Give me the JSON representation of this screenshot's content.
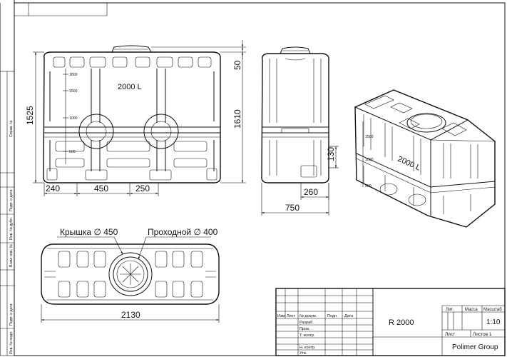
{
  "dimensions": {
    "height_total": "1525",
    "lid_height": "50",
    "body_height": "1610",
    "bottom_130": "130",
    "side_260": "260",
    "depth_750": "750",
    "left_240": "240",
    "mid_450": "450",
    "mid_250": "250",
    "length_2130": "2130"
  },
  "level_marks": [
    "1800",
    "1500",
    "1000",
    "500"
  ],
  "iso_level_marks": [
    "1500",
    "1000",
    "500"
  ],
  "volume_label": "2000 L",
  "callouts": {
    "lid": "Крышка ∅ 450",
    "manhole": "Проходной ∅ 400"
  },
  "side_stamp": {
    "sprav": "Справ. №",
    "podp_date_1": "Подп. и дата",
    "inv_dubl": "Инв. № дубл.",
    "vzam_inv": "Взам. инв. №",
    "podp_date_2": "Подп. и дата",
    "inv_podl": "Инв. № подл."
  },
  "title_block": {
    "col_izm": "Изм.",
    "col_list": "Лист",
    "col_doc": "№ докум.",
    "col_podp": "Подп.",
    "col_date": "Дата",
    "razrab": "Разраб.",
    "prov": "Пров.",
    "tkontr": "Т. контр.",
    "nkontr": "Н. контр.",
    "utv": "Утв.",
    "designation": "R 2000",
    "lit": "Лит.",
    "massa": "Масса",
    "masshtab": "Масштаб",
    "scale": "1:10",
    "list": "Лист",
    "listov": "Листов 1",
    "company": "Polimer Group"
  }
}
